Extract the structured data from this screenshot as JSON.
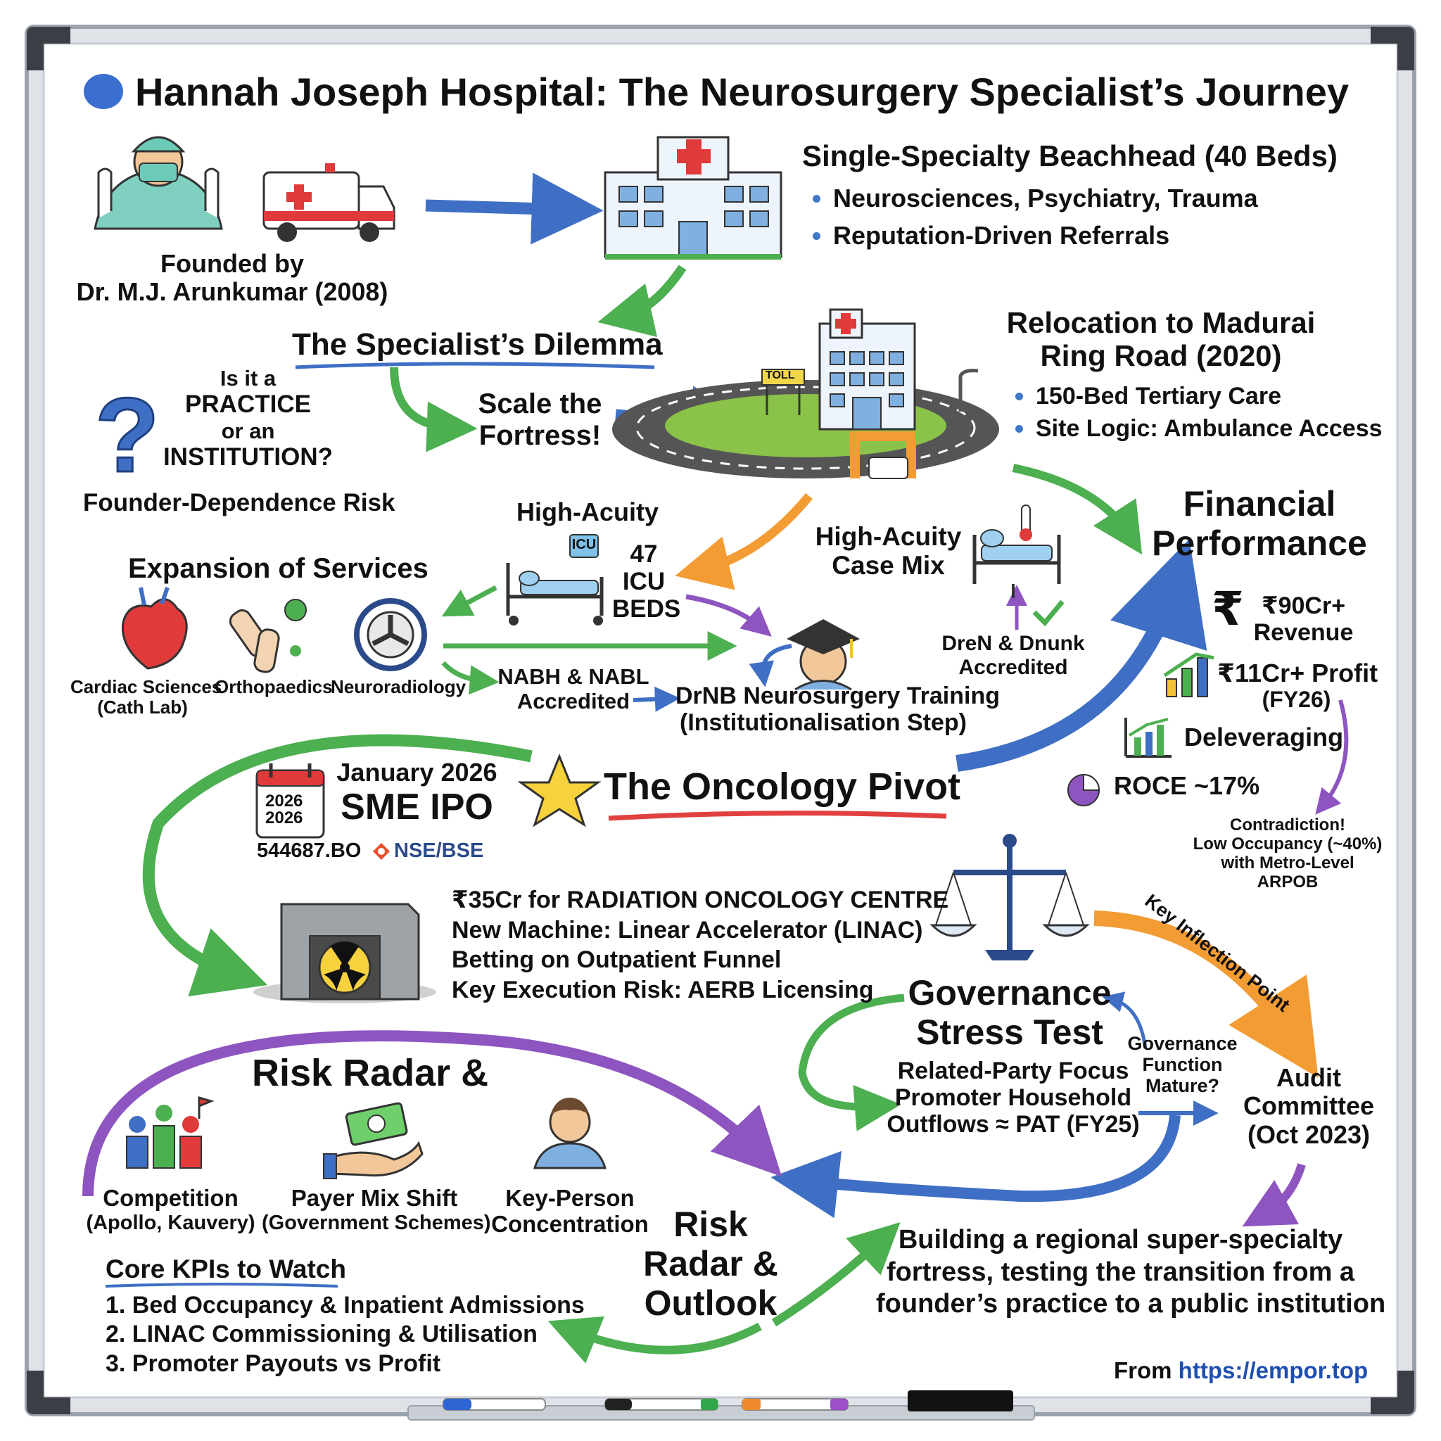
{
  "title": "Hannah Joseph Hospital: The Neurosurgery Specialist’s Journey",
  "founder": {
    "line1": "Founded by",
    "line2": "Dr. M.J. Arunkumar (2008)"
  },
  "beachhead": {
    "heading": "Single-Specialty Beachhead (40 Beds)",
    "bullets": [
      "Neurosciences, Psychiatry, Trauma",
      "Reputation-Driven Referrals"
    ]
  },
  "dilemma": {
    "heading": "The Specialist’s Dilemma",
    "question": [
      "Is it a",
      "PRACTICE",
      "or an",
      "INSTITUTION?"
    ],
    "risk": "Founder-Dependence Risk",
    "scale": [
      "Scale the",
      "Fortress!"
    ]
  },
  "relocation": {
    "heading": [
      "Relocation to Madurai",
      "Ring Road (2020)"
    ],
    "bullets": [
      "150-Bed Tertiary Care",
      "Site Logic: Ambulance Access"
    ],
    "toll_sign": "TOLL"
  },
  "icu": {
    "label": "High-Acuity",
    "badge": "ICU",
    "count": "47",
    "unit": [
      "ICU",
      "BEDS"
    ]
  },
  "case_mix": {
    "label": [
      "High-Acuity",
      "Case Mix"
    ],
    "accred": [
      "DreN & Dnunk",
      "Accredited"
    ]
  },
  "expansion": {
    "heading": "Expansion of Services",
    "items": [
      {
        "label": [
          "Cardiac Sciences",
          "(Cath Lab)"
        ],
        "icon": "heart-icon"
      },
      {
        "label": [
          "Orthopaedics"
        ],
        "icon": "knee-joint-icon"
      },
      {
        "label": [
          "Neuroradiology"
        ],
        "icon": "scanner-fan-icon"
      }
    ]
  },
  "nabh": [
    "NABH & NABL",
    "Accredited"
  ],
  "drnb": [
    "DrNB Neurosurgery Training",
    "(Institutionalisation Step)"
  ],
  "financial": {
    "heading": [
      "Financial",
      "Performance"
    ],
    "revenue": [
      "₹90Cr+",
      "Revenue"
    ],
    "profit": [
      "₹11Cr+ Profit",
      "(FY26)"
    ],
    "deleveraging": "Deleveraging",
    "roce": "ROCE ~17%",
    "contradiction": [
      "Contradiction!",
      "Low Occupancy (~40%)",
      "with Metro-Level",
      "ARPOB"
    ]
  },
  "ipo": {
    "line1": "January 2026",
    "line2": "SME IPO",
    "calendar": [
      "2026",
      "2026"
    ],
    "ticker": "544687.BO",
    "exchange": "NSE/BSE"
  },
  "pivot": "The Oncology Pivot",
  "oncology": {
    "lines": [
      "₹35Cr for RADIATION ONCOLOGY CENTRE",
      "New Machine: Linear Accelerator (LINAC)",
      "Betting on Outpatient Funnel",
      "Key Execution Risk: AERB Licensing"
    ]
  },
  "inflection": "Key Inflection Point",
  "governance": {
    "heading": [
      "Governance",
      "Stress Test"
    ],
    "lines": [
      "Related-Party Focus",
      "Promoter Household",
      "Outflows ≈ PAT (FY25)"
    ],
    "question": [
      "Governance",
      "Function",
      "Mature?"
    ],
    "audit": [
      "Audit",
      "Committee",
      "(Oct 2023)"
    ]
  },
  "risk": {
    "heading": "Risk Radar &",
    "items": [
      {
        "label": [
          "Competition",
          "(Apollo, Kauvery)"
        ],
        "icon": "competitors-podium-icon"
      },
      {
        "label": [
          "Payer Mix Shift",
          "(Government Schemes)"
        ],
        "icon": "cash-hand-icon"
      },
      {
        "label": [
          "Key-Person",
          "Concentration"
        ],
        "icon": "person-icon"
      }
    ],
    "outlook": [
      "Risk",
      "Radar &",
      "Outlook"
    ]
  },
  "kpis": {
    "heading": "Core KPIs to Watch",
    "items": [
      "1. Bed Occupancy & Inpatient Admissions",
      "2. LINAC Commissioning & Utilisation",
      "3. Promoter Payouts vs Profit"
    ]
  },
  "conclusion": [
    "Building a regional super-specialty",
    "fortress, testing the transition from a",
    "founder’s practice to a public institution"
  ],
  "footer": {
    "prefix": "From",
    "url": "https://empor.top"
  },
  "colors": {
    "blue_arrow": "#3f6fc4",
    "green_arrow": "#4caf50",
    "orange_arrow": "#f39c34",
    "purple_arrow": "#8e55c0",
    "red_underline": "#e04040",
    "frame": "#9aa2ad"
  }
}
